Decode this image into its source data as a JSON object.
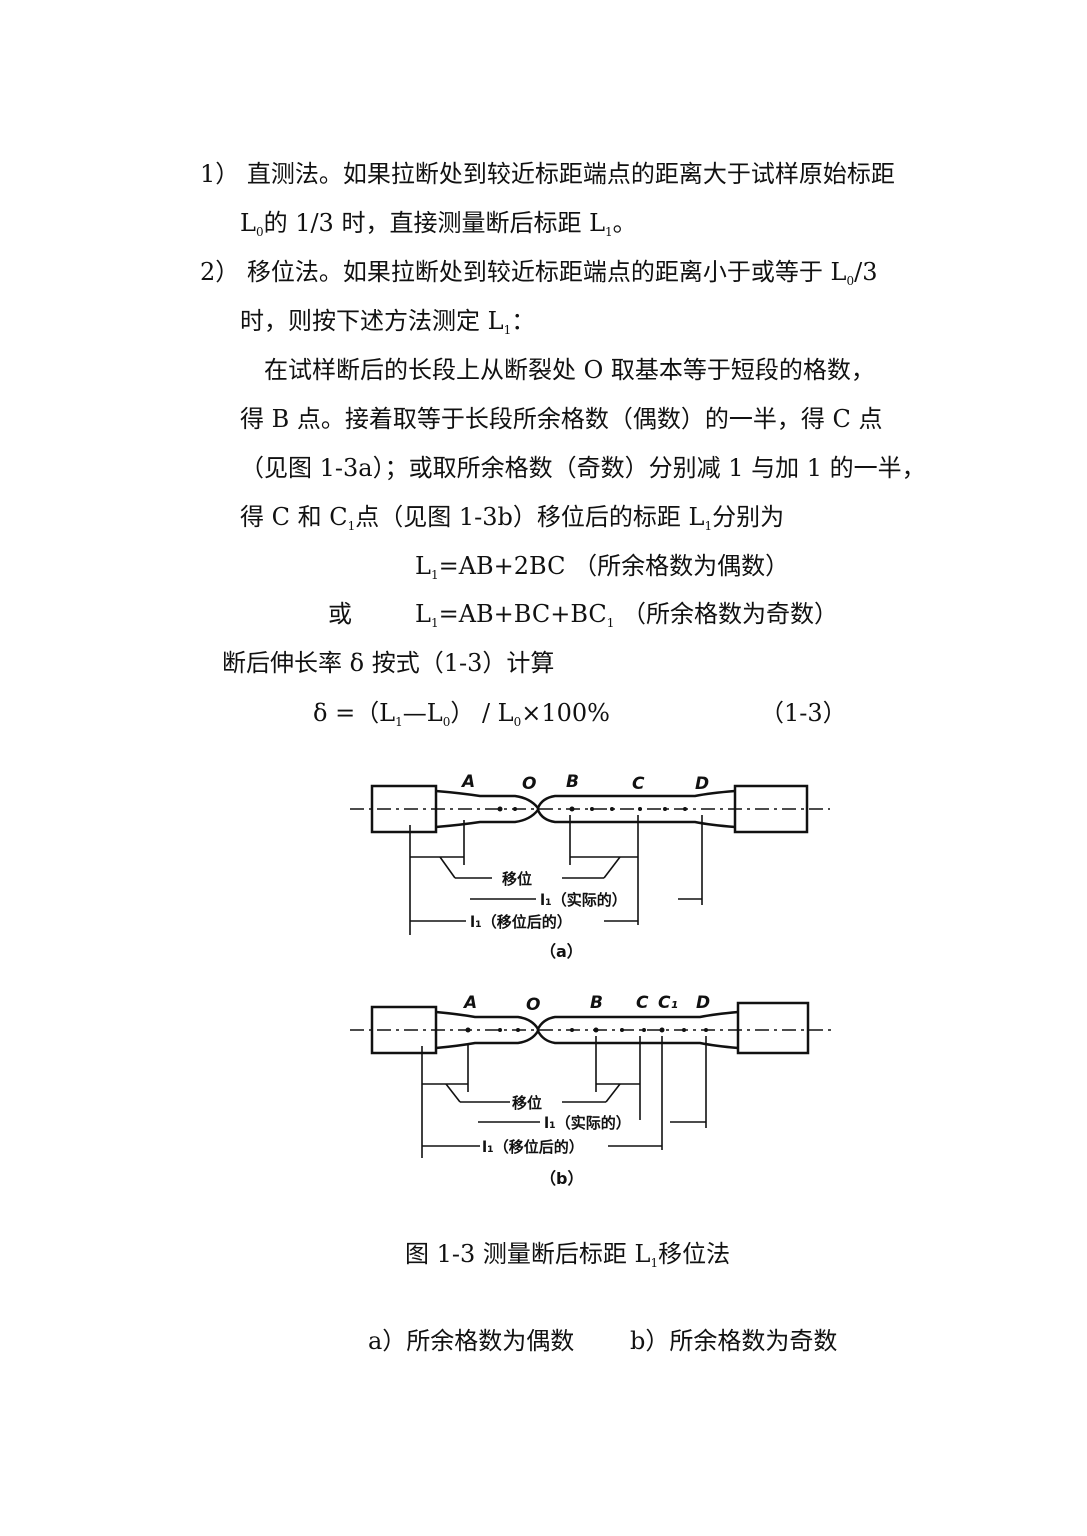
{
  "item1": {
    "line1": "1） 直测法。如果拉断处到较近标距端点的距离大于试样原始标距",
    "line2_pre": "L",
    "line2_sub0": "0",
    "line2_mid": "的 1/3 时，直接测量断后标距 L",
    "line2_sub1": "1",
    "line2_end": "。"
  },
  "item2": {
    "line1_pre": "2） 移位法。如果拉断处到较近标距端点的距离小于或等于 L",
    "line1_sub": "0",
    "line1_end": "/3",
    "line2_pre": "时，则按下述方法测定 L",
    "line2_sub": "1",
    "line2_end": "："
  },
  "para": {
    "line1": "在试样断后的长段上从断裂处 O 取基本等于短段的格数，",
    "line2": "得 B 点。接着取等于长段所余格数（偶数）的一半，得 C 点",
    "line3": "（见图 1-3a）；或取所余格数（奇数）分别减 1 与加 1 的一半，",
    "line4_a": "得 C 和 C",
    "line4_sub1": "1",
    "line4_b": "点（见图 1-3b）移位后的标距 L",
    "line4_sub2": "1",
    "line4_c": "分别为"
  },
  "eq1": {
    "pre": "L",
    "sub": "1",
    "rest": "=AB+2BC （所余格数为偶数）"
  },
  "eq2": {
    "or": "或",
    "pre": "L",
    "sub": "1",
    "mid": "=AB+BC+BC",
    "sub2": "1",
    "rest": " （所余格数为奇数）"
  },
  "elong": {
    "text": "断后伸长率 δ 按式（1-3）计算"
  },
  "formula": {
    "a": "δ =（L",
    "s1": "1",
    "b": "—L",
    "s2": "0",
    "c": "） / L",
    "s3": "0",
    "d": "×100%",
    "number": "（1-3）"
  },
  "figure_a": {
    "labels": {
      "A": "A",
      "O": "O",
      "B": "B",
      "C": "C",
      "D": "D"
    },
    "shift": "移位",
    "l1_actual": "l₁（实际的）",
    "l1_moved": "l₁（移位后的）",
    "caption": "（a）"
  },
  "figure_b": {
    "labels": {
      "A": "A",
      "O": "O",
      "B": "B",
      "C": "C",
      "C1": "C₁",
      "D": "D"
    },
    "shift": "移位",
    "l1_actual": "l₁（实际的）",
    "l1_moved": "l₁（移位后的）",
    "caption": "（b）"
  },
  "caption": {
    "pre": "图 1-3 测量断后标距 L",
    "sub": "1",
    "end": "移位法"
  },
  "subcaption": {
    "a": "a）所余格数为偶数",
    "b": "b）所余格数为奇数"
  }
}
